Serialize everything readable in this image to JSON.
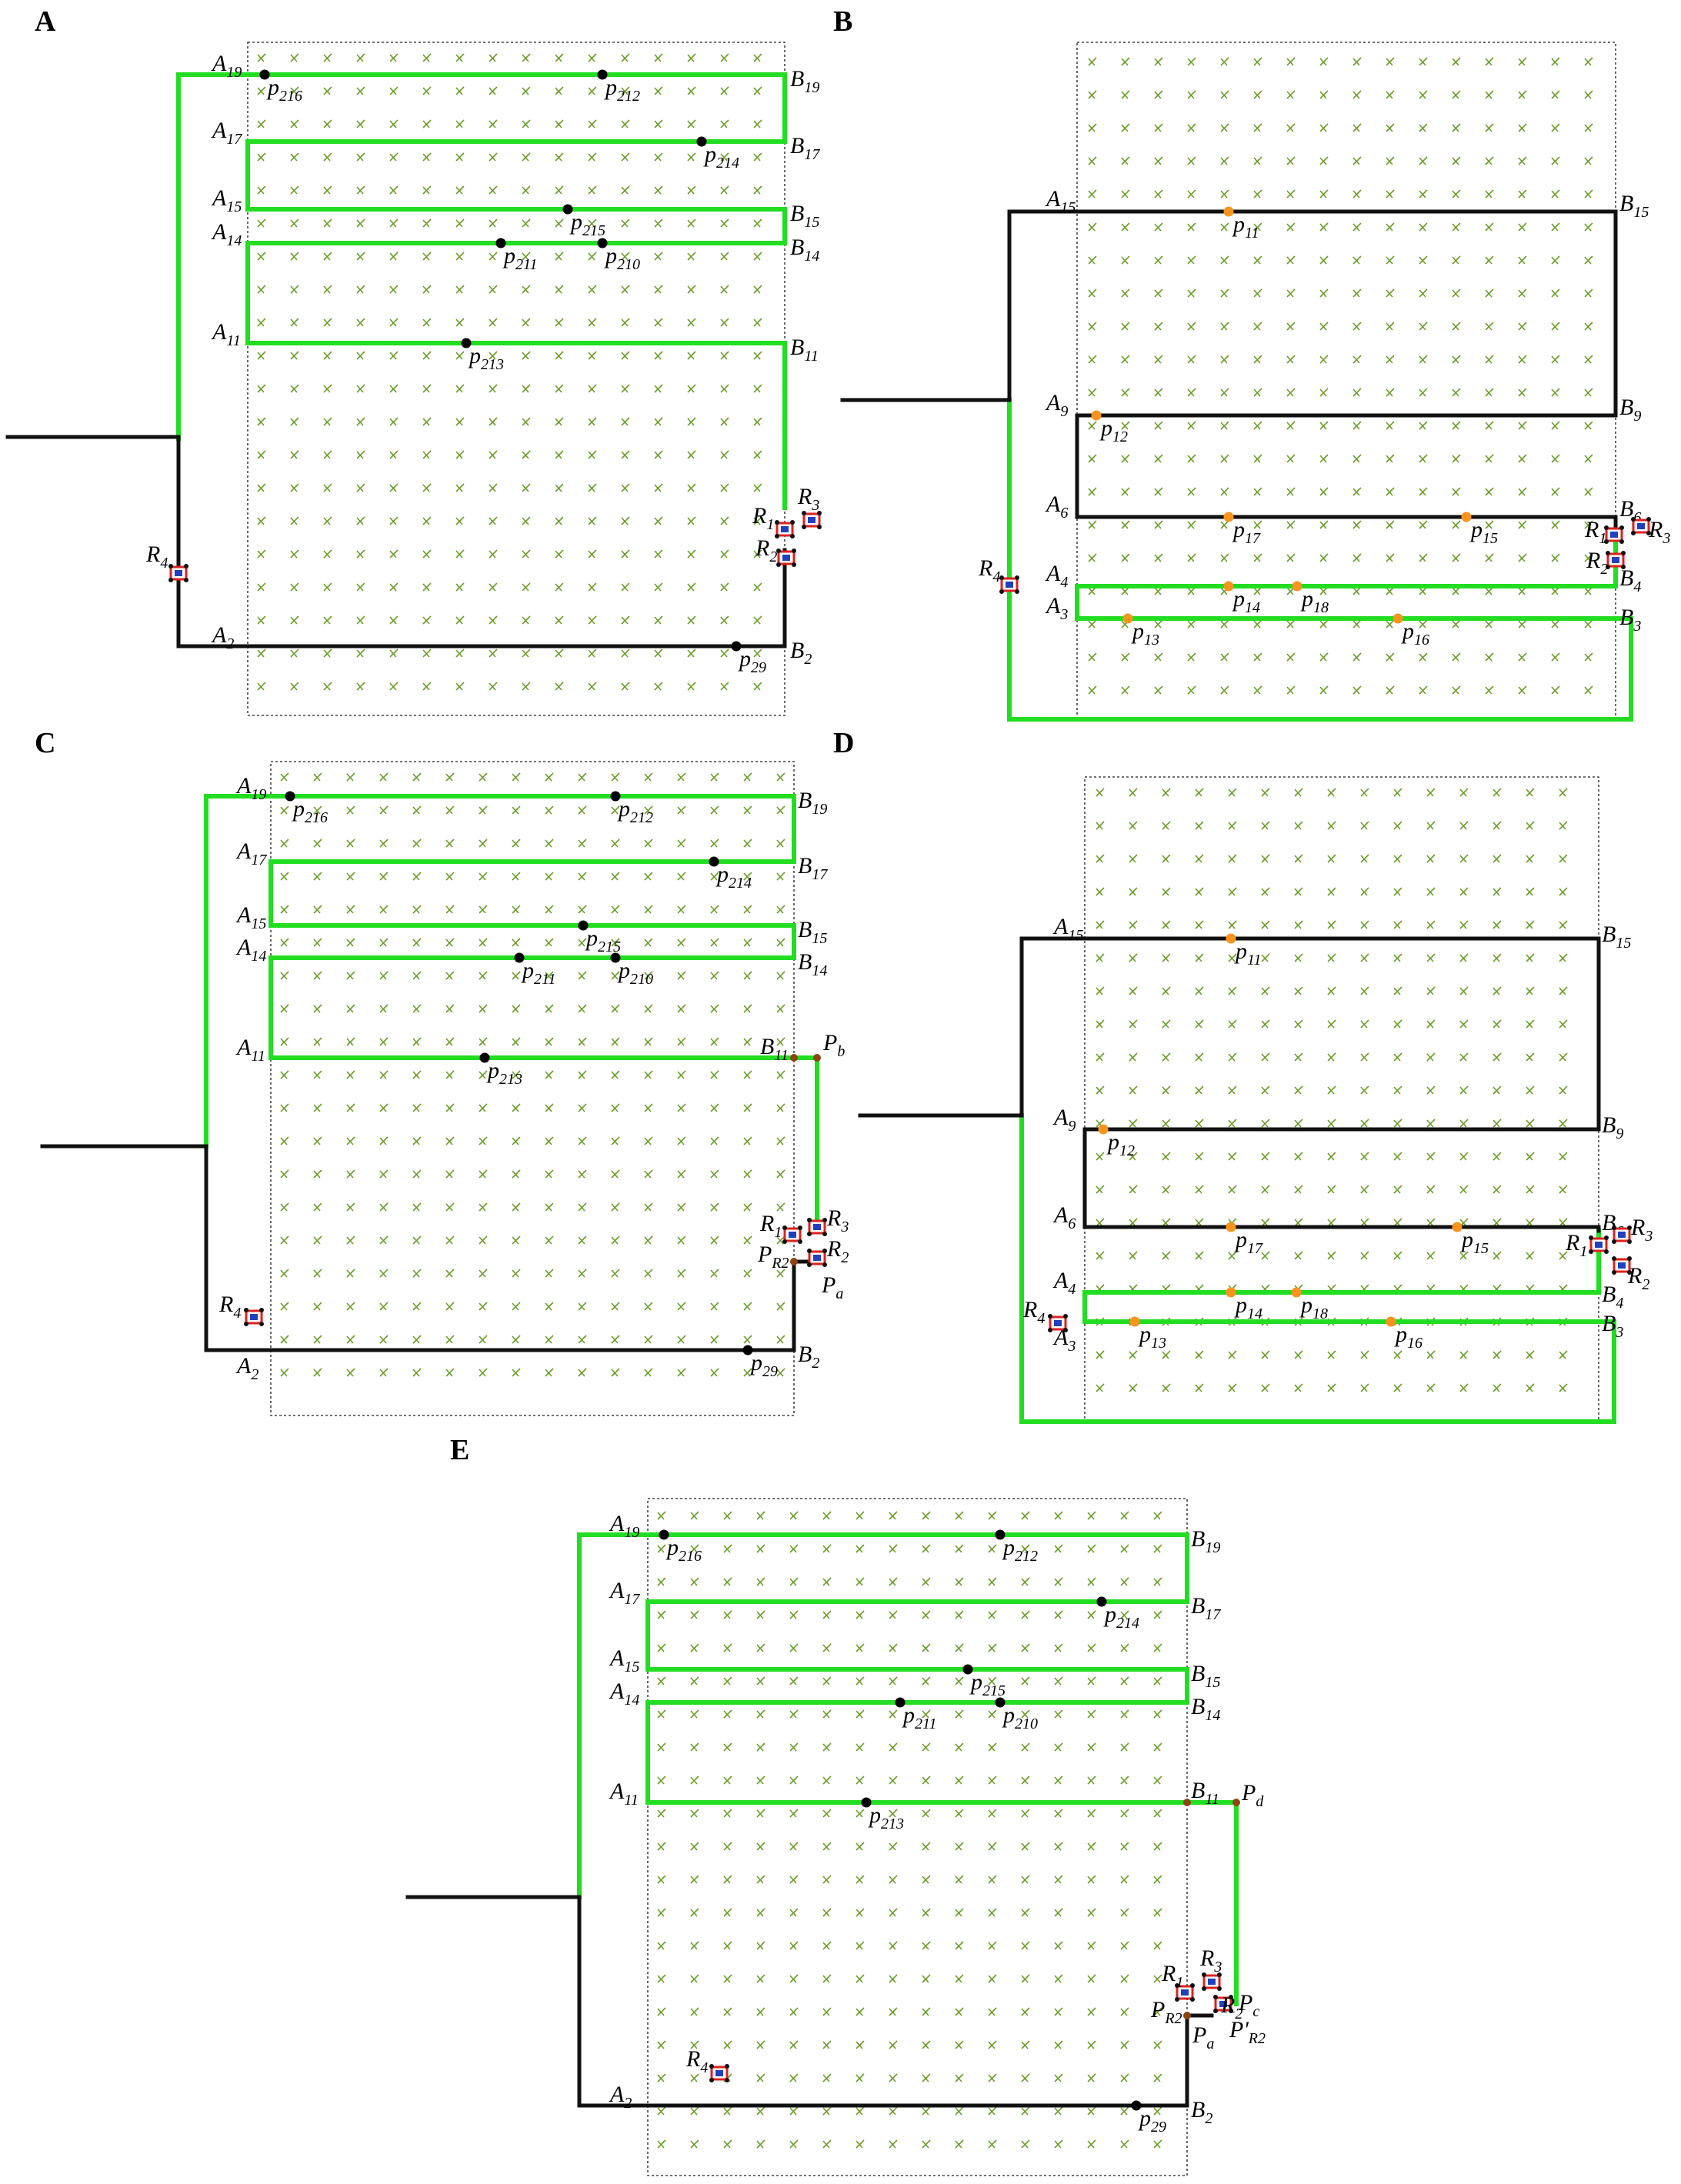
{
  "colors": {
    "green_path": "#22dd22",
    "black_path": "#111111",
    "waypoint_black": "#000000",
    "waypoint_orange": "#f7941d",
    "crop": "#6a9e2a",
    "robot_red": "#e02020",
    "robot_blue": "#2040c0"
  },
  "icons": [
    "robot-icon",
    "crop-plant-icon"
  ],
  "panels": {
    "A": {
      "letter": "A",
      "rows": [
        {
          "a": "A19",
          "b": "B19"
        },
        {
          "a": "A17",
          "b": "B17"
        },
        {
          "a": "A15",
          "b": "B15"
        },
        {
          "a": "A14",
          "b": "B14"
        },
        {
          "a": "A11",
          "b": "B11"
        },
        {
          "a": "A2",
          "b": "B2"
        }
      ],
      "points": [
        "p216",
        "p212",
        "p214",
        "p215",
        "p211",
        "p210",
        "p213",
        "p29"
      ],
      "robots": [
        "R1",
        "R2",
        "R3",
        "R4"
      ]
    },
    "B": {
      "letter": "B",
      "rows": [
        {
          "a": "A15",
          "b": "B15"
        },
        {
          "a": "A9",
          "b": "B9"
        },
        {
          "a": "A6",
          "b": "B6"
        },
        {
          "a": "A4",
          "b": "B4"
        },
        {
          "a": "A3",
          "b": "B3"
        }
      ],
      "points": [
        "p11",
        "p12",
        "p17",
        "p15",
        "p14",
        "p18",
        "p13",
        "p16"
      ],
      "robots": [
        "R1",
        "R2",
        "R3",
        "R4"
      ]
    },
    "C": {
      "letter": "C",
      "rows": [
        {
          "a": "A19",
          "b": "B19"
        },
        {
          "a": "A17",
          "b": "B17"
        },
        {
          "a": "A15",
          "b": "B15"
        },
        {
          "a": "A14",
          "b": "B14"
        },
        {
          "a": "A11",
          "b": "B11"
        },
        {
          "a": "A2",
          "b": "B2"
        }
      ],
      "points": [
        "p216",
        "p212",
        "p214",
        "p215",
        "p211",
        "p210",
        "p213",
        "p29"
      ],
      "extra": [
        "Pb",
        "PR2",
        "Pa"
      ],
      "robots": [
        "R1",
        "R2",
        "R3",
        "R4"
      ]
    },
    "D": {
      "letter": "D",
      "rows": [
        {
          "a": "A15",
          "b": "B15"
        },
        {
          "a": "A9",
          "b": "B9"
        },
        {
          "a": "A6",
          "b": "B6"
        },
        {
          "a": "A4",
          "b": "B4"
        },
        {
          "a": "A3",
          "b": "B3"
        }
      ],
      "points": [
        "p11",
        "p12",
        "p17",
        "p15",
        "p14",
        "p18",
        "p13",
        "p16"
      ],
      "robots": [
        "R1",
        "R2",
        "R3",
        "R4"
      ]
    },
    "E": {
      "letter": "E",
      "rows": [
        {
          "a": "A19",
          "b": "B19"
        },
        {
          "a": "A17",
          "b": "B17"
        },
        {
          "a": "A15",
          "b": "B15"
        },
        {
          "a": "A14",
          "b": "B14"
        },
        {
          "a": "A11",
          "b": "B11"
        },
        {
          "a": "A2",
          "b": "B2"
        }
      ],
      "points": [
        "p216",
        "p212",
        "p214",
        "p215",
        "p211",
        "p210",
        "p213",
        "p29"
      ],
      "extra": [
        "Pd",
        "PR2",
        "Pa",
        "Pc",
        "P'R2"
      ],
      "robots": [
        "R1",
        "R2",
        "R3",
        "R4"
      ]
    }
  }
}
